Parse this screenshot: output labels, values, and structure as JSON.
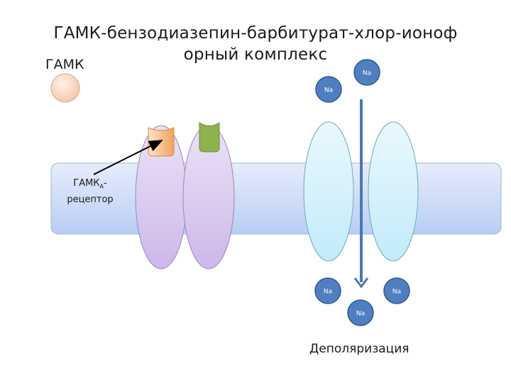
{
  "title": "ГАМК-бензодиазепин-барбитурат-хлор-ионоф орный комплекс",
  "title_line1": "ГАМК-бензодиазепин-барбитурат-хлор-ионоф",
  "title_line2": "орный комплекс",
  "gamk_label": "ГАМК",
  "receptor_label_main": "ГАМК",
  "receptor_label_sub": "А",
  "receptor_label_dash": "-",
  "receptor_label_line2": "рецептор",
  "depolarization_label": "Деполяризация",
  "na_ions": [
    "Na",
    "Na",
    "Na",
    "Na",
    "Na"
  ],
  "colors": {
    "membrane": "#c9d8f7",
    "receptor_channel": "#d8c8ef",
    "na_channel": "#d6f0fb",
    "na_ion": "#4f7fbf",
    "gaba_ligand": "#fbd6c2",
    "orange_site": "#f6b77a",
    "green_site": "#8fb24e",
    "arrow": "#4a77b6"
  }
}
